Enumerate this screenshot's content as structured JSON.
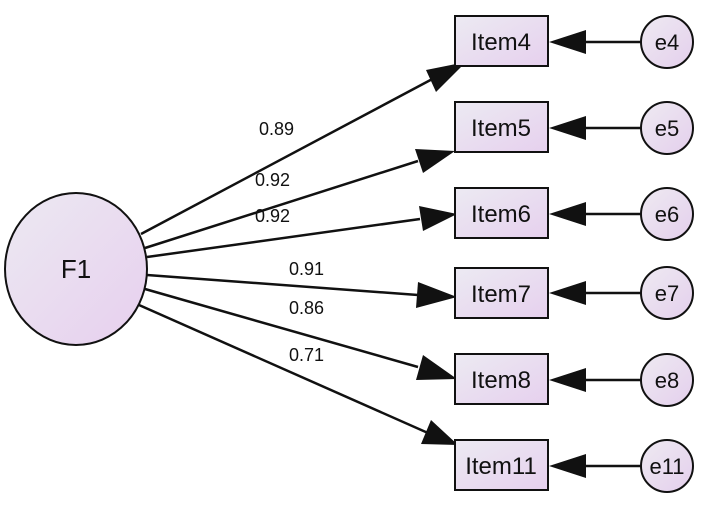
{
  "diagram": {
    "latent": {
      "label": "F1"
    },
    "paths": [
      {
        "item": "Item4",
        "error": "e4",
        "loading": "0.89"
      },
      {
        "item": "Item5",
        "error": "e5",
        "loading": "0.92"
      },
      {
        "item": "Item6",
        "error": "e6",
        "loading": "0.92"
      },
      {
        "item": "Item7",
        "error": "e7",
        "loading": "0.91"
      },
      {
        "item": "Item8",
        "error": "e8",
        "loading": "0.86"
      },
      {
        "item": "Item11",
        "error": "e11",
        "loading": "0.71"
      }
    ],
    "colors": {
      "stroke": "#111111",
      "fill_light": "#eeeaf3",
      "fill_tint": "#e6d2ee"
    }
  }
}
